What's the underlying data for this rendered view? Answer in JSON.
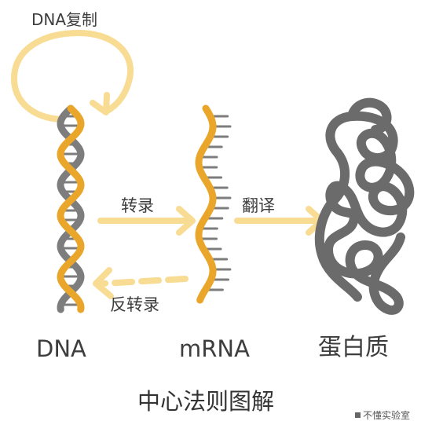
{
  "diagram": {
    "dna_replication_label": "DNA复制",
    "transcription_label": "转录",
    "translation_label": "翻译",
    "reverse_transcription_label": "反转录",
    "dna_label": "DNA",
    "mrna_label": "mRNA",
    "protein_label": "蛋白质",
    "title": "中心法则图解",
    "watermark": "不懂实验室"
  },
  "colors": {
    "strand_orange": "#E9A62A",
    "strand_gray": "#7D7D7D",
    "arrow_yellow": "#F8DC93",
    "protein_gray": "#6B6B6B",
    "text": "#3d3d3d"
  }
}
